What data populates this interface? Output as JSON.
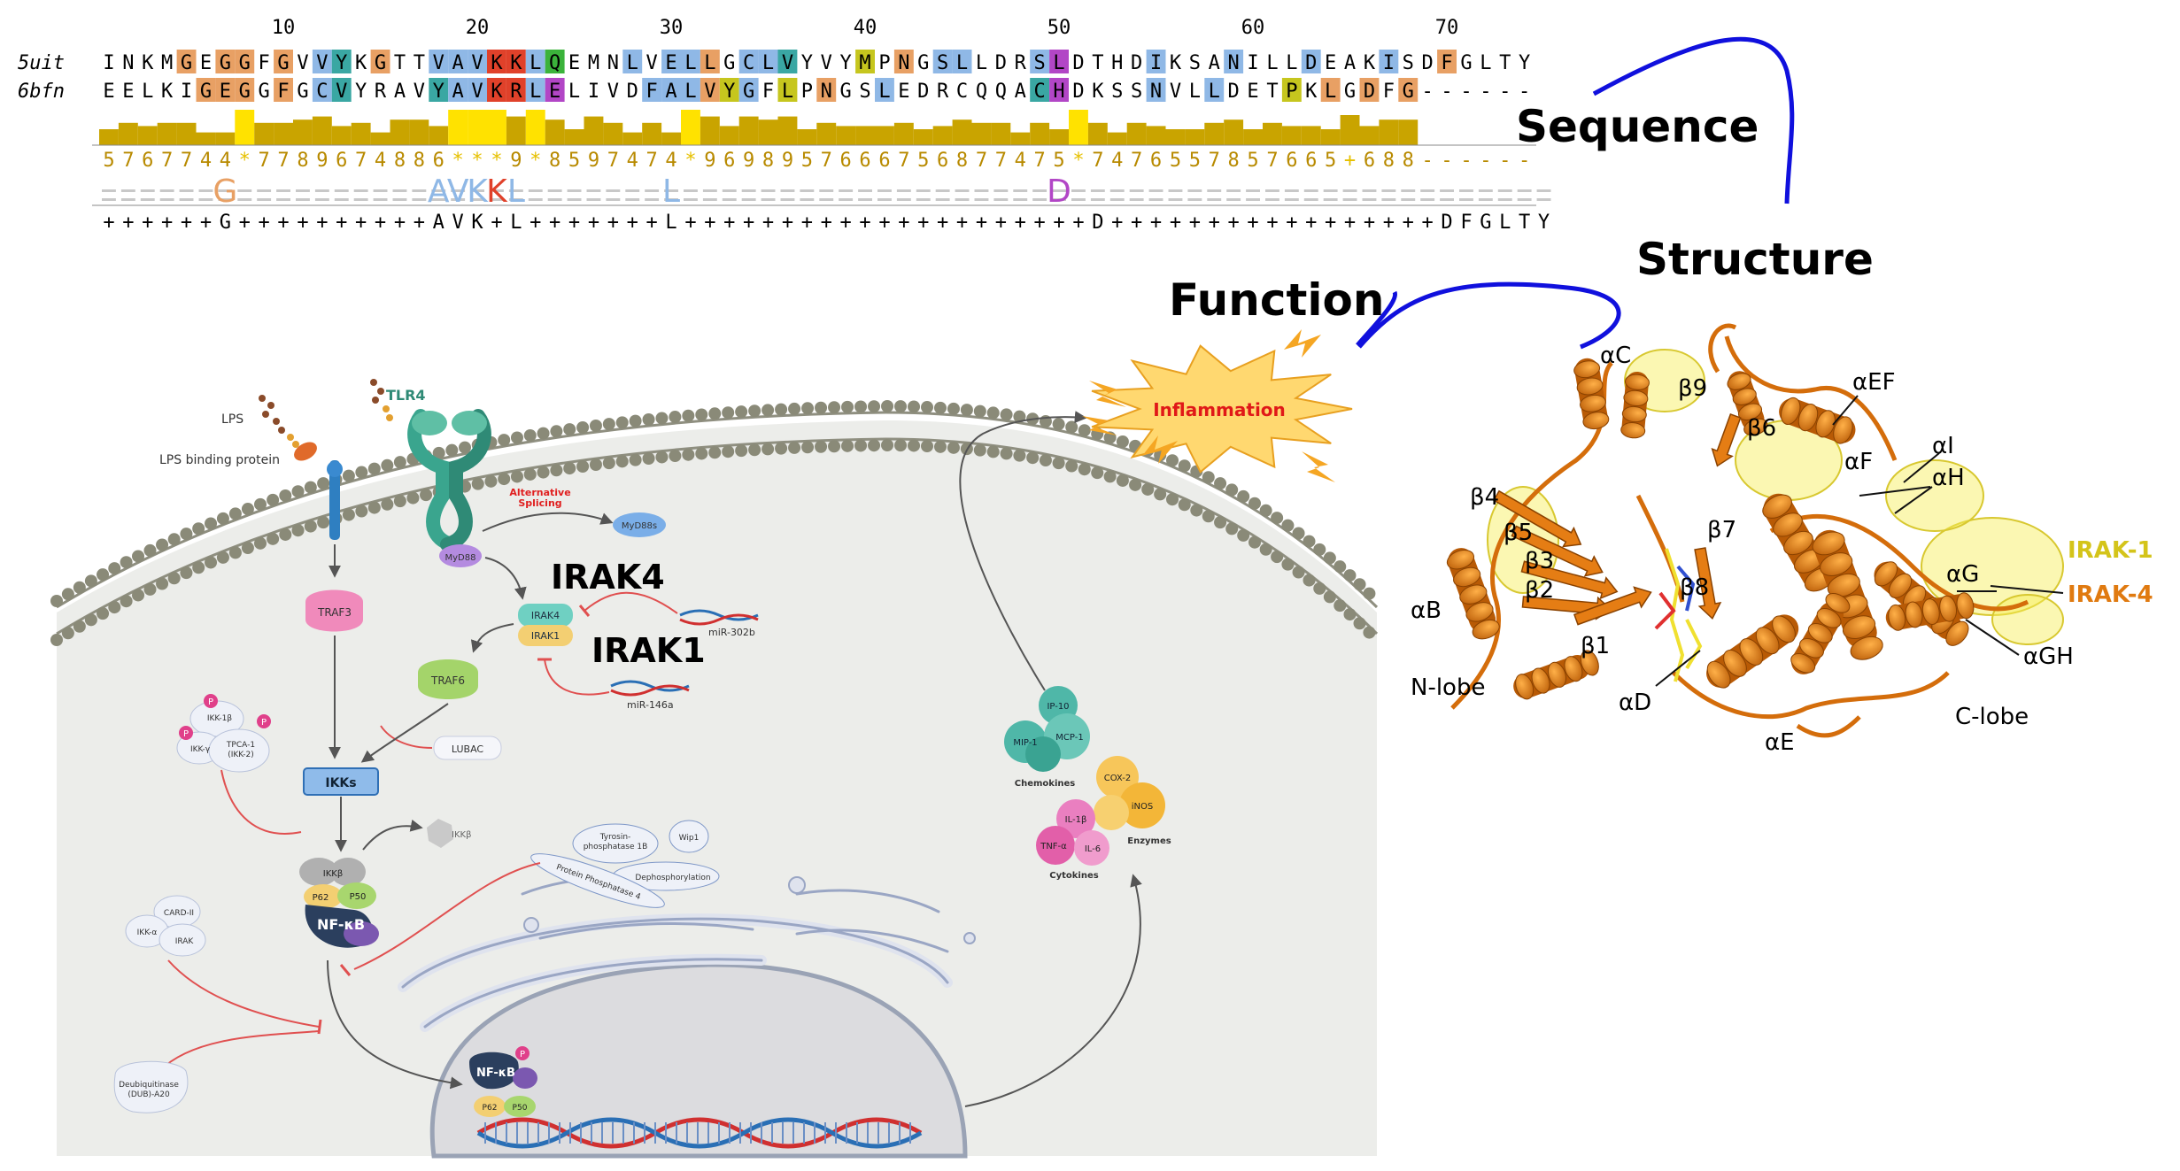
{
  "alignment": {
    "ruler": [
      "10",
      "20",
      "30",
      "40",
      "50",
      "60",
      "70"
    ],
    "seq1_name": "5uit",
    "seq1": "INKMGEGGFGVVYKGTTVAVKKLQEMNLVELLGCLVYVYMPNGSLLDRSLDTHDIKSANILLDEAKISDFGLTY",
    "seq2_name": "6bfn",
    "seq2": "EELKIGEGGFGCVYRAVYAVKRLELIVDFALVYGFLPNGSLEDRCQQACHDKSSNVLLDETPKLGDFG------",
    "conservation": "5767744*7789674886***9*8597474*969895766675687747 5*7476557857665+688------",
    "consensus": "++++++G++++++++++AVK+L+++++++L+++++++++++++++++++++D+++++++++++++++++DFGLTY",
    "logo_highlight": [
      "G",
      "AVK",
      "K",
      "L",
      "L",
      "D"
    ],
    "heading": "Sequence",
    "cell_colors": {
      "orange": "#e8a064",
      "blue": "#8fb8e6",
      "teal": "#3aa7a3",
      "red": "#e0412a",
      "green": "#3bb33b",
      "magenta": "#b246c6",
      "olive": "#c6c61e"
    },
    "bar_color": "#c9a400",
    "bar_color_full": "#ffe200"
  },
  "headings": {
    "structure": "Structure",
    "function": "Function"
  },
  "pathway": {
    "lps": "LPS",
    "lps_binding": "LPS binding protein",
    "tlr4": "TLR4",
    "alt_splicing": "Alternative\nSplicing",
    "myd88": "MyD88",
    "myd88s": "MyD88s",
    "irak4_big": "IRAK4",
    "irak1_big": "IRAK1",
    "irak4": "IRAK4",
    "irak1": "IRAK1",
    "mir302b": "miR-302b",
    "mir146a": "miR-146a",
    "traf3": "TRAF3",
    "traf6": "TRAF6",
    "lubac": "LUBAC",
    "ikk1b": "IKK-1β",
    "ikkg": "IKK-γ",
    "tpca": "TPCA-1\n(IKK-2)",
    "p_mark": "P",
    "ikks": "IKKs",
    "ikkb_deg": "IKKβ",
    "ikkb": "IKKβ",
    "p62": "P62",
    "p50": "P50",
    "nfkb": "NF-κB",
    "card": "CARD-II",
    "ikka": "IKK-α",
    "irak": "IRAK",
    "tyrosine": "Tyrosin-\nphosphatase 1B",
    "wip1": "Wip1",
    "dephos": "Dephosphorylation",
    "pp4": "Protein Phosphatase 4",
    "dub": "Deubiquitinase\n(DUB)-A20",
    "ip10": "IP-10",
    "mip1": "MIP-1",
    "mcp1": "MCP-1",
    "chemokines": "Chemokines",
    "cox2": "COX-2",
    "inos": "iNOS",
    "enzymes": "Enzymes",
    "il1b": "IL-1β",
    "tnfa": "TNF-α",
    "il6": "IL-6",
    "cytokines": "Cytokines",
    "inflammation": "Inflammation"
  },
  "structure": {
    "labels": {
      "ac": "αC",
      "b9": "β9",
      "b6": "β6",
      "aef": "αEF",
      "ai": "αI",
      "af": "αF",
      "ah": "αH",
      "b4": "β4",
      "b5": "β5",
      "b3": "β3",
      "b2": "β2",
      "b7": "β7",
      "b8": "β8",
      "ab": "αB",
      "b1": "β1",
      "ad": "αD",
      "ag": "αG",
      "agh": "αGH",
      "ae": "αE",
      "nlobe": "N-lobe",
      "clobe": "C-lobe"
    },
    "irak1": "IRAK-1",
    "irak4": "IRAK-4",
    "irak1_color": "#d4c41a",
    "irak4_color": "#e07a10"
  }
}
